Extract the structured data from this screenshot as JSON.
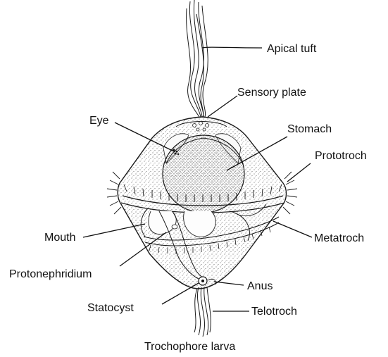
{
  "diagram": {
    "caption": "Trochophore larva",
    "labels": {
      "apical_tuft": "Apical tuft",
      "sensory_plate": "Sensory plate",
      "eye": "Eye",
      "stomach": "Stomach",
      "prototroch": "Prototroch",
      "mouth": "Mouth",
      "metatroch": "Metatroch",
      "protonephridium": "Protonephridium",
      "anus": "Anus",
      "statocyst": "Statocyst",
      "telotroch": "Telotroch"
    }
  }
}
